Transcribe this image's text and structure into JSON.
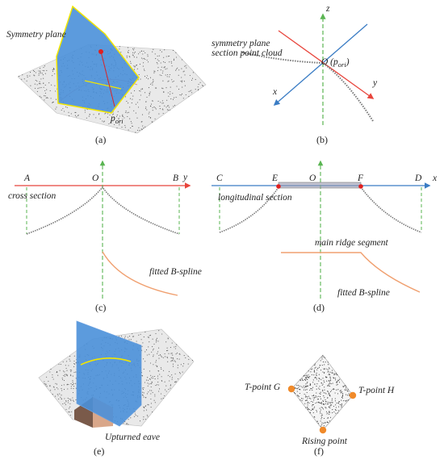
{
  "panels": {
    "a": {
      "caption": "(a)",
      "label_plane": "Symmetry plane",
      "label_point": "p",
      "label_point_sub": "ori"
    },
    "b": {
      "caption": "(b)",
      "axis_z": "z",
      "axis_x": "x",
      "axis_y": "y",
      "label_cloud_1": "symmetry plane",
      "label_cloud_2": "section point cloud",
      "label_origin": "O (p",
      "label_origin_sub": "ori",
      "label_origin_close": ")"
    },
    "c": {
      "caption": "(c)",
      "pt_A": "A",
      "pt_O": "O",
      "pt_B": "B",
      "axis_y": "y",
      "label_section": "cross section",
      "label_spline": "fitted B-spline"
    },
    "d": {
      "caption": "(d)",
      "pt_C": "C",
      "pt_E": "E",
      "pt_O": "O",
      "pt_F": "F",
      "pt_D": "D",
      "axis_x": "x",
      "label_section": "longitudinal  section",
      "label_ridge": "main ridge segment",
      "label_spline": "fitted B-spline"
    },
    "e": {
      "caption": "(e)",
      "label_eave": "Upturned eave"
    },
    "f": {
      "caption": "(f)",
      "label_G": "T-point G",
      "label_H": "T-point H",
      "label_rising": "Rising point"
    }
  },
  "colors": {
    "plane_blue": "#4a90d9",
    "plane_border": "#f2e600",
    "axis_red": "#e8453c",
    "axis_blue": "#3a7cc4",
    "axis_green": "#5ab552",
    "spline_orange": "#f0a070",
    "point_orange": "#f08a2a",
    "point_red": "#e02020"
  }
}
